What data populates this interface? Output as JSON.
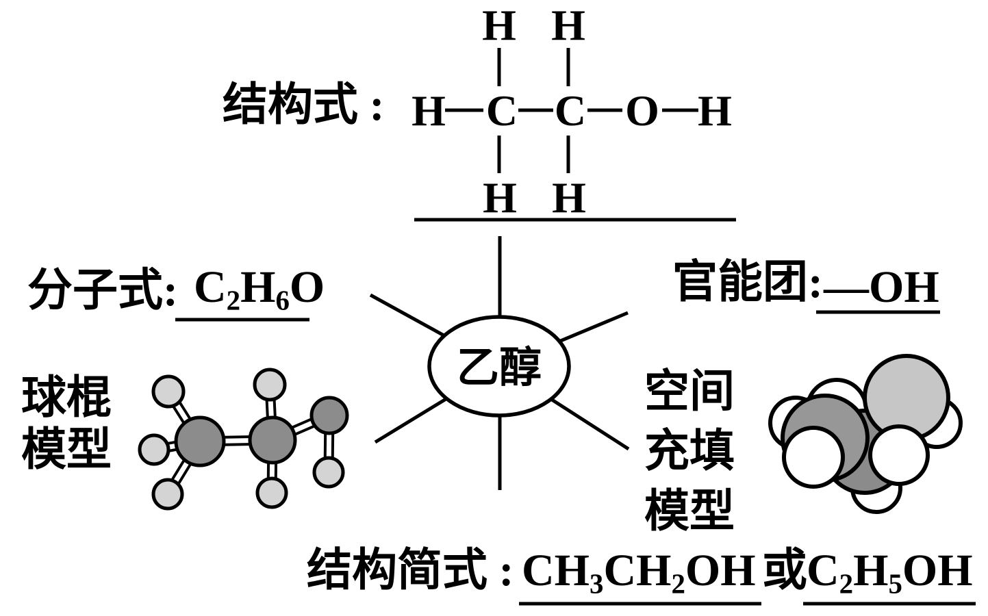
{
  "center": {
    "label": "乙醇"
  },
  "structural": {
    "label": "结构式 :",
    "atom_h_left": "H",
    "atom_c1": "C",
    "atom_c2": "C",
    "atom_o": "O",
    "atom_h_right": "H",
    "atom_h_top1": "H",
    "atom_h_top2": "H",
    "atom_h_bottom1": "H",
    "atom_h_bottom2": "H"
  },
  "molecular": {
    "label": "分子式:",
    "value": "C2H6O"
  },
  "functional": {
    "label": "官能团:",
    "value": "—OH"
  },
  "ball_stick": {
    "label_line1": "球棍",
    "label_line2": "模型"
  },
  "space_fill": {
    "label_line1": "空间",
    "label_line2": "充填",
    "label_line3": "模型"
  },
  "condensed": {
    "label": "结构简式 :",
    "value1": "CH3CH2OH",
    "or_text": "或",
    "value2": "C2H5OH"
  },
  "colors": {
    "ink": "#000000",
    "ballstick_carbon": "#8c8c8c",
    "ballstick_oxygen": "#8c8c8c",
    "ballstick_hydrogen": "#d4d4d4",
    "spacefill_carbon_front": "#979797",
    "spacefill_carbon_back": "#8b8b8b",
    "spacefill_oxygen": "#c6c6c6",
    "spacefill_hydrogen": "#ffffff"
  }
}
